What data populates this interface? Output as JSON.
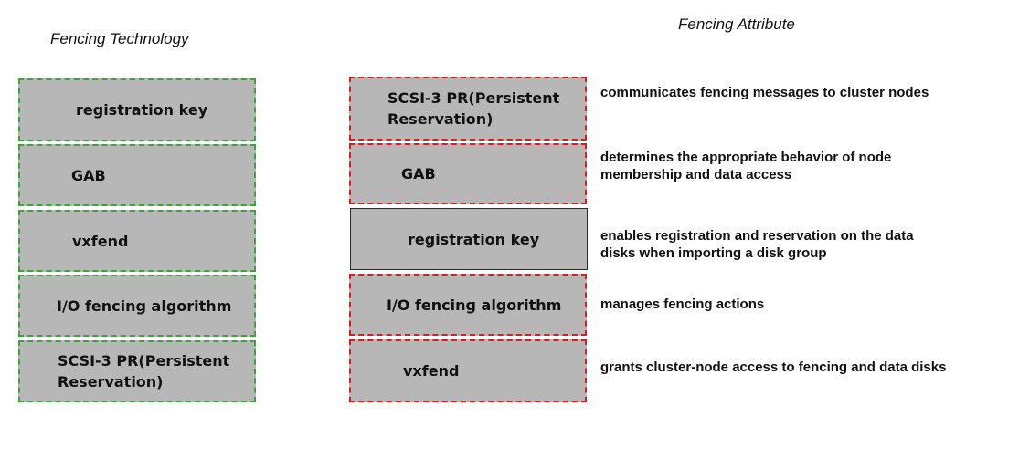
{
  "headings": {
    "technology": "Fencing Technology",
    "attribute": "Fencing Attribute"
  },
  "left_column": {
    "items": [
      {
        "label": "registration key"
      },
      {
        "label": "GAB"
      },
      {
        "label": "vxfend"
      },
      {
        "label": "I/O fencing algorithm"
      },
      {
        "label": "SCSI-3 PR(Persistent\nReservation)"
      }
    ]
  },
  "middle_column": {
    "items": [
      {
        "label": "SCSI-3 PR(Persistent\nReservation)"
      },
      {
        "label": "GAB"
      },
      {
        "label": "registration key"
      },
      {
        "label": "I/O fencing algorithm"
      },
      {
        "label": "vxfend"
      }
    ]
  },
  "attributes": {
    "items": [
      {
        "text": "communicates fencing messages to cluster nodes"
      },
      {
        "text": "determines the appropriate behavior of node\nmembership and data access"
      },
      {
        "text": "enables registration and reservation on the data\ndisks when importing a disk group"
      },
      {
        "text": "manages fencing actions"
      },
      {
        "text": "grants cluster-node access to fencing and data disks"
      }
    ]
  },
  "colors": {
    "box_fill": "#b7b7b7",
    "source_border": "#3aa63a",
    "target_border": "#d81e1e"
  }
}
